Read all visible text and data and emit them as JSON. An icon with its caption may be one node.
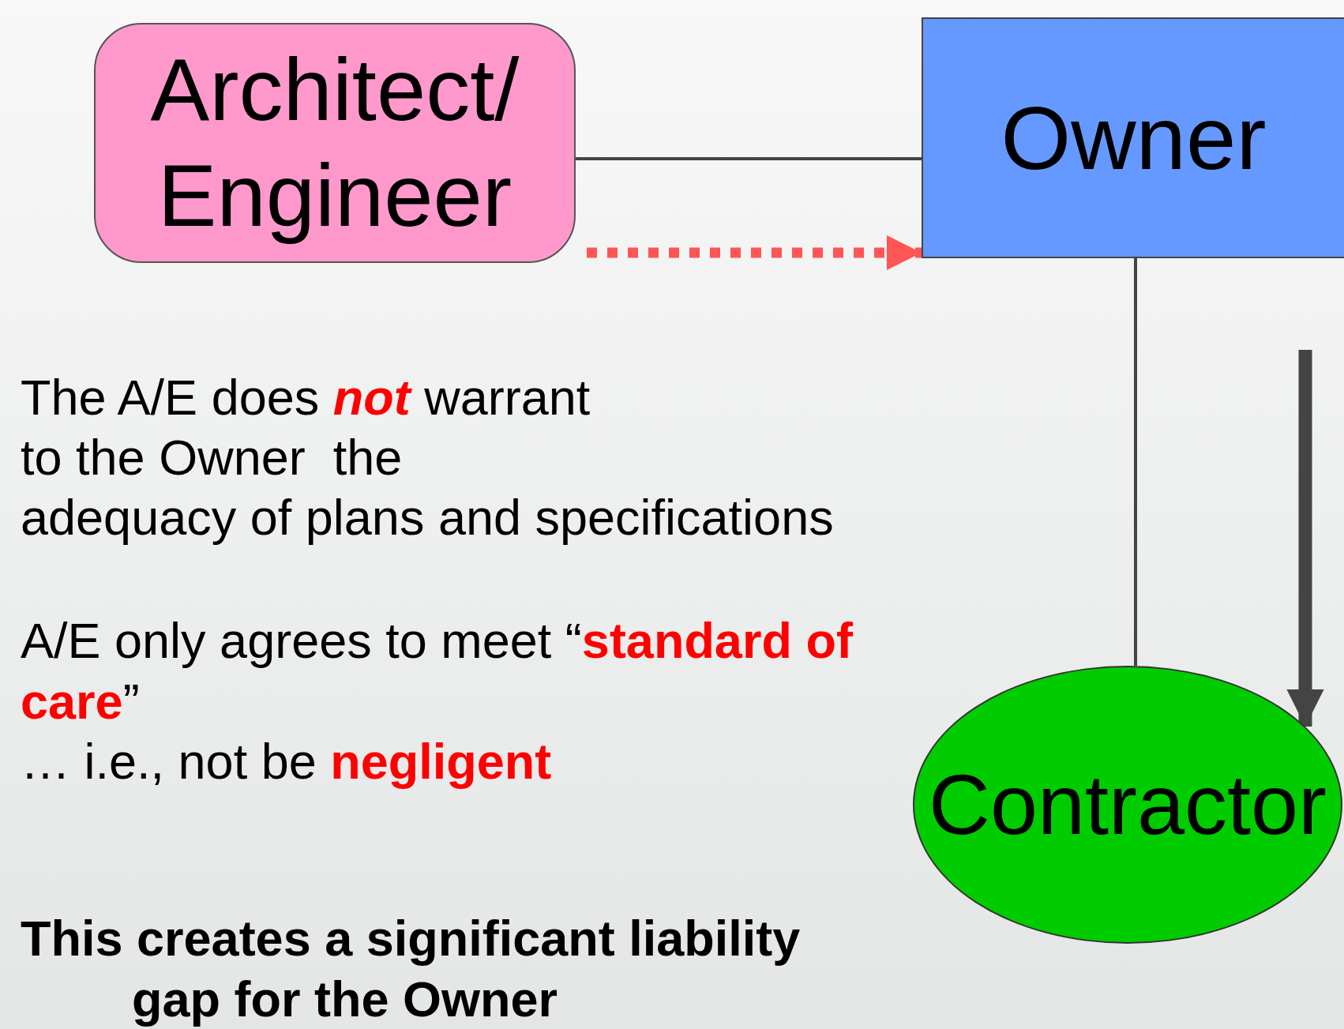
{
  "diagram": {
    "nodes": [
      {
        "text": [
          "Architect/ Engineer"
        ]
      },
      {
        "text": [
          "Owner"
        ]
      },
      {
        "text": [
          "Contractor"
        ]
      }
    ],
    "edges": [
      {
        "from": 0,
        "to": 1,
        "arrow": "none"
      },
      {
        "from": 0,
        "to": 1,
        "arrow": "to",
        "style": "dashed",
        "color": "#ff5555"
      },
      {
        "from": 1,
        "to": 2,
        "arrow": "none"
      },
      {
        "from": 1,
        "to": 2,
        "arrow": "to",
        "style": "thick"
      }
    ],
    "labels": [
      "The A/E does **not** warrant",
      "to the Owner  the",
      "adequacy of plans and specifications",
      "A/E only agrees to meet “**standard of care**”",
      "… i.e., not be **negligent**",
      "This creates a significant liability gap for the Owner"
    ]
  }
}
